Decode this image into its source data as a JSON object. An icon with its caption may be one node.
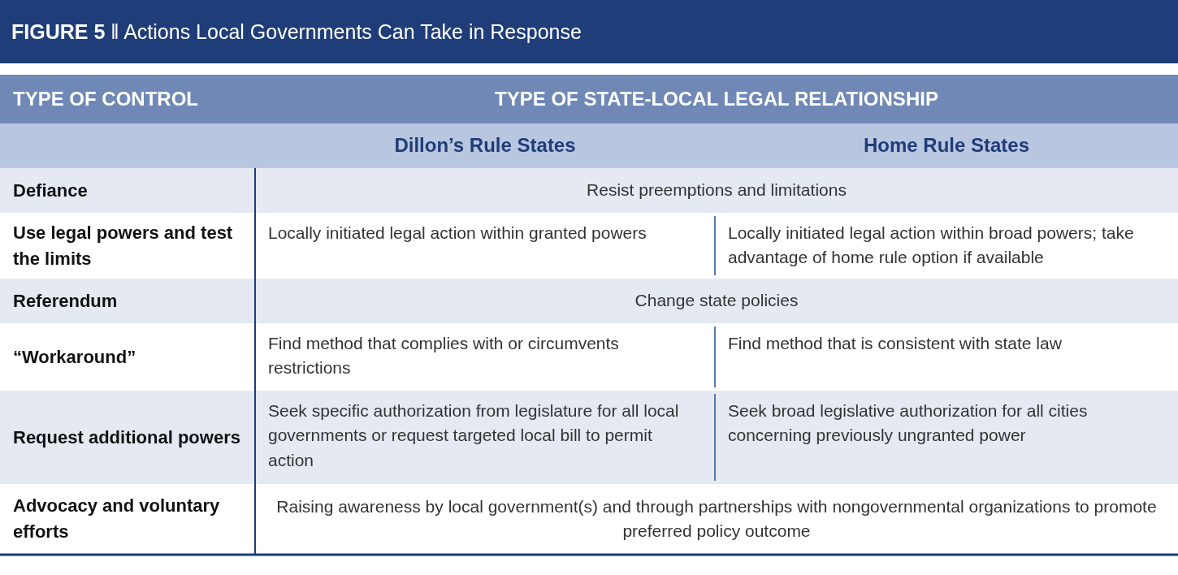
{
  "diagram": {
    "title": "**FIGURE 5** ‖ Actions Local Governments Can Take in Response",
    "labels": [
      "TYPE OF CONTROL",
      "TYPE OF STATE-LOCAL LEGAL RELATIONSHIP",
      "Dillon’s Rule States",
      "Home Rule States",
      "Defiance",
      "Resist preemptions and limitations",
      "Use legal powers and test the limits",
      "Locally initiated legal action within granted powers",
      "Locally initiated legal action within broad powers; take advantage of home rule option if available",
      "Referendum",
      "Change state policies",
      "“Workaround”",
      "Find method that complies with or circumvents restrictions",
      "Find method that is consistent with state law",
      "Request additional powers",
      "Seek specific authorization from legislature for all local governments or request targeted local bill to permit action",
      "Seek broad legislative authorization for all cities concerning previously ungranted power",
      "Advocacy and voluntary efforts",
      "Raising awareness by local government(s) and through partnerships with nongovernmental organizations to promote preferred policy outcome"
    ]
  }
}
